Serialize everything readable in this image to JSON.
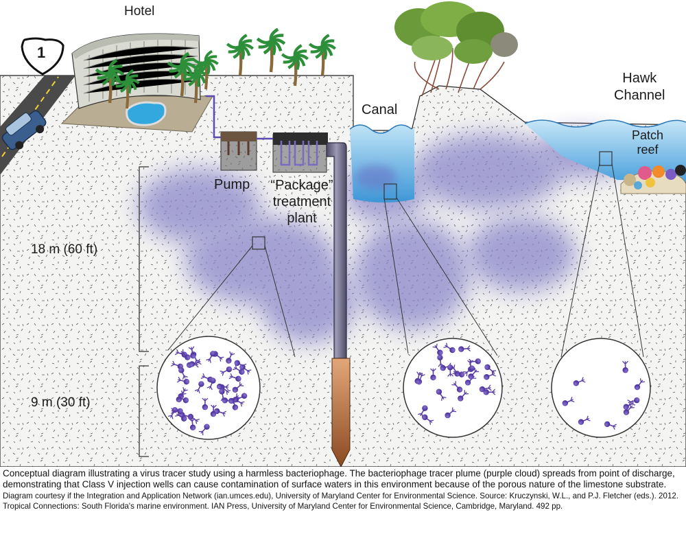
{
  "labels": {
    "hotel": "Hotel",
    "highway_shield": "1",
    "canal": "Canal",
    "hawk_channel": "Hawk\nChannel",
    "patch_reef": "Patch\nreef",
    "pump": "Pump",
    "treatment_plant": "“Package”\ntreatment\nplant",
    "depth_18m": "18 m (60 ft)",
    "depth_9m": "9 m (30 ft)"
  },
  "caption": {
    "main": "Conceptual diagram illustrating a virus tracer study using a harmless bacteriophage.  The bacteriophage tracer plume (purple cloud) spreads from point of discharge, demonstrating that Class V injection wells can cause contamination of surface waters in this environment because of the porous nature of the limestone substrate.",
    "credit": "Diagram courtesy if the Integration and Application Network (ian.umces.edu), University of Maryland Center for Environmental Science.  Source:  Kruczynski, W.L., and P.J. Fletcher (eds.). 2012.  Tropical Connections: South Florida's marine environment.  IAN Press, University of Maryland Center for Environmental Science, Cambridge, Maryland. 492 pp."
  },
  "colors": {
    "plume": "#8b87c9",
    "water": "#7fbfe3",
    "phage": "#5b3fa6",
    "well_casing": "#6e6b86",
    "well_screen": "#b5744a",
    "substrate_speck": "#555555"
  }
}
